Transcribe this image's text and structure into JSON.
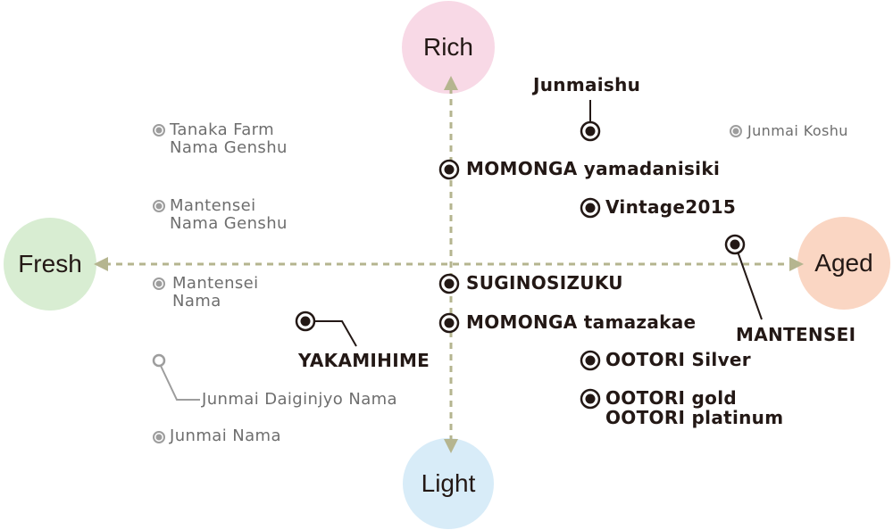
{
  "axes": {
    "top": {
      "label": "Rich",
      "color": "#f8d9e6"
    },
    "bottom": {
      "label": "Light",
      "color": "#d8ecf8"
    },
    "left": {
      "label": "Fresh",
      "color": "#d8edd2"
    },
    "right": {
      "label": "Aged",
      "color": "#fad6c3"
    },
    "arrow_color": "#b5b58f"
  },
  "products": {
    "junmaishu": "Junmaishu",
    "momonga_yamadanisiki": "MOMONGA yamadanisiki",
    "vintage2015": "Vintage2015",
    "mantensei": "MANTENSEI",
    "suginosizuku": "SUGINOSIZUKU",
    "momonga_tamazakae": "MOMONGA tamazakae",
    "yakamihime": "YAKAMIHIME",
    "ootori_silver": "OOTORI Silver",
    "ootori_gold_platinum": "OOTORI gold\nOOTORI platinum"
  },
  "others": {
    "tanaka_farm": "Tanaka Farm\nNama Genshu",
    "mantensei_nama_genshu": "Mantensei\nNama Genshu",
    "mantensei_nama": "Mantensei\nNama",
    "junmai_daiginjyo_nama": "Junmai Daiginjyo Nama",
    "junmai_nama": "Junmai Nama",
    "junmai_koshu": "Junmai Koshu"
  },
  "marker_colors": {
    "major": "#231815",
    "minor": "#9d9d9d"
  }
}
